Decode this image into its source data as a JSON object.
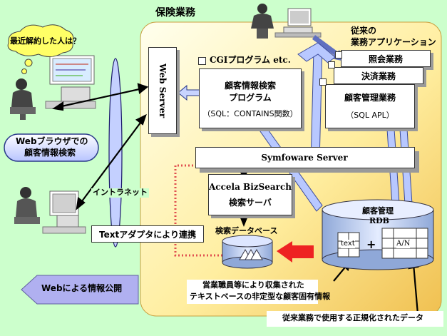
{
  "title": "保険業務",
  "speech_bubble": "最近解約した人は？",
  "web_server": "Web Server",
  "cgi_label": "CGIプログラム etc.",
  "search_program": {
    "line1": "顧客情報検索",
    "line2": "プログラム",
    "line3": "（SQL：CONTAINS関数）"
  },
  "legacy_apps_label": {
    "line1": "従来の",
    "line2": "業務アプリケーション"
  },
  "legacy_apps": {
    "app1": "照会業務",
    "app2": "決済業務",
    "app3": "顧客管理業務",
    "app3_sub": "（SQL APL）"
  },
  "symfoware": "Symfoware Server",
  "accela": {
    "line1": "Accela BizSearch",
    "line2": "検索サーバ"
  },
  "rdb": {
    "line1": "顧客管理",
    "line2": "RDB",
    "col_text": "text",
    "plus": "+",
    "col_an": "A/N"
  },
  "web_search_bubble": {
    "line1": "Webブラウザでの",
    "line2": "顧客情報検索"
  },
  "intranet": "イントラネット",
  "text_adapter": "Textアダプタにより連携",
  "search_db": "検索データベース",
  "web_publish": "Webによる情報公開",
  "note_unstructured": {
    "line1": "営業職員等により収集された",
    "line2": "テキストベースの非定型な顧客固有情報"
  },
  "note_structured": "従来業務で使用する正規化されたデータ"
}
